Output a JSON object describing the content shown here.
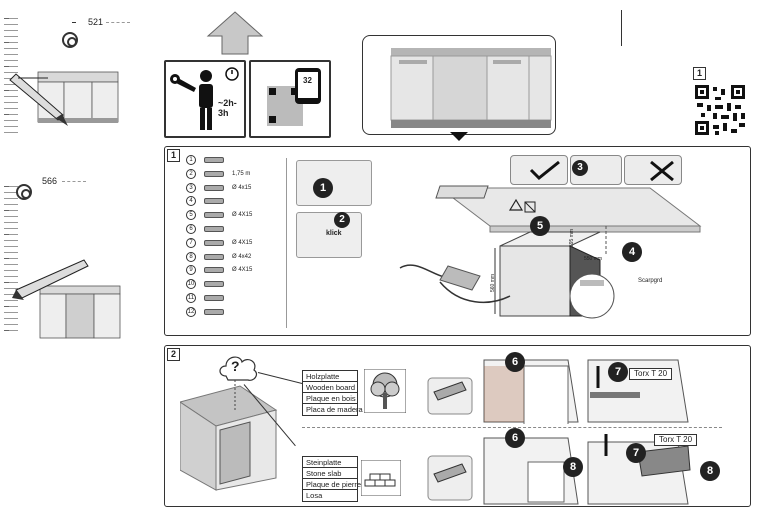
{
  "dimensions": {
    "top_value": "521",
    "bottom_value": "566",
    "dims_mm_a": "595 mm",
    "dims_mm_b": "560 mm",
    "dims_mm_c": "550 mm"
  },
  "header": {
    "time_label": "~2h-3h",
    "app_badge": "32",
    "qr_step": "1"
  },
  "step1": {
    "number": "1",
    "parts": [
      {
        "num": "1",
        "text": ""
      },
      {
        "num": "2",
        "text": "1,75 m"
      },
      {
        "num": "3",
        "text": "Ø 4x15"
      },
      {
        "num": "4",
        "text": ""
      },
      {
        "num": "5",
        "text": "Ø 4X15"
      },
      {
        "num": "6",
        "text": ""
      },
      {
        "num": "7",
        "text": "Ø 4X15"
      },
      {
        "num": "8",
        "text": "Ø 4x42"
      },
      {
        "num": "9",
        "text": "Ø 4X15"
      },
      {
        "num": "10",
        "text": ""
      },
      {
        "num": "11",
        "text": ""
      },
      {
        "num": "12",
        "text": ""
      }
    ],
    "callouts": [
      "1",
      "2",
      "3",
      "4",
      "5"
    ],
    "klick_label": "klick",
    "note_text": "Scarpgrd"
  },
  "step2": {
    "number": "2",
    "question": "?",
    "wood": [
      "Holzplatte",
      "Wooden board",
      "Plaque en bois",
      "Placa de madera"
    ],
    "stone": [
      "Steinplatte",
      "Stone slab",
      "Plaque de pierre",
      "Losa"
    ],
    "torx_top": "Torx T 20",
    "torx_bottom": "Torx T 20",
    "callouts": [
      "6",
      "7",
      "6",
      "7",
      "8",
      "8"
    ]
  },
  "colors": {
    "panel_grey": "#b5b5b5",
    "cabinet_light": "#e6e6e6",
    "dark": "#222222",
    "brick": "#a0522d"
  }
}
